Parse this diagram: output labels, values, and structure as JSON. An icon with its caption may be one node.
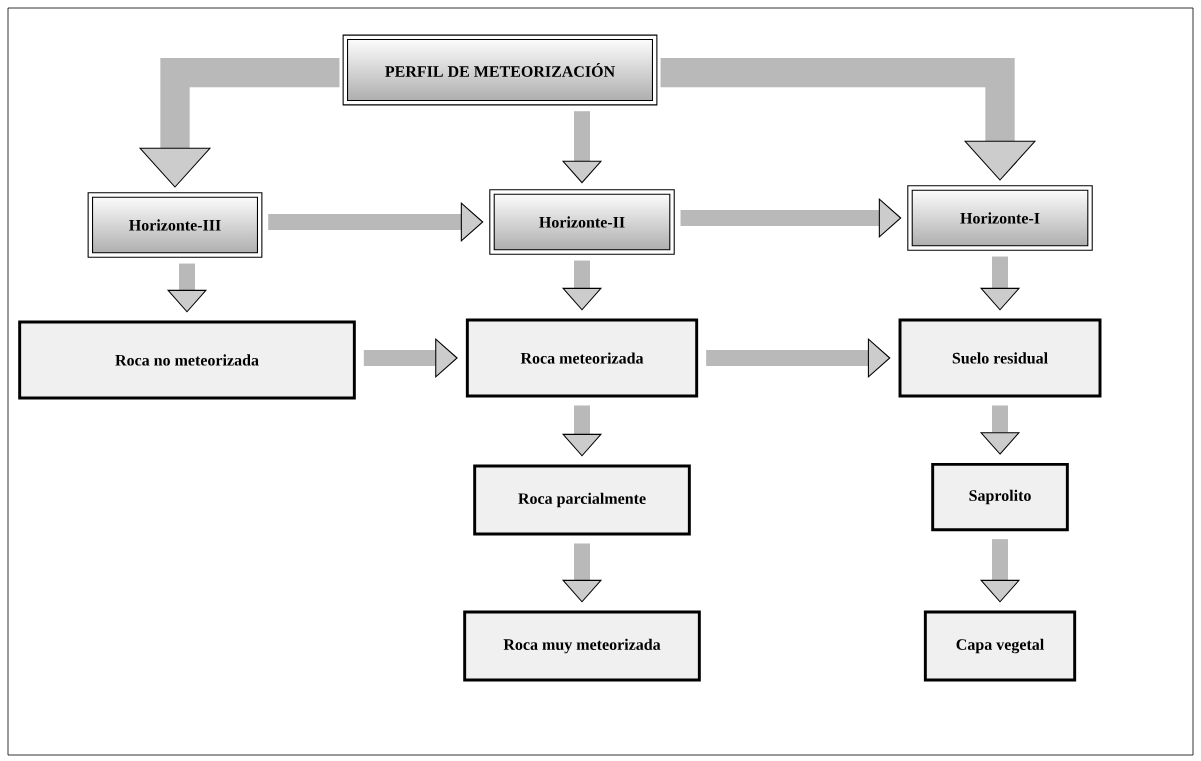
{
  "diagram": {
    "nodes": [
      {
        "text": [
          "PERFIL DE METEORIZACIÓN"
        ]
      },
      {
        "text": [
          "Horizonte-III"
        ]
      },
      {
        "text": [
          "Horizonte-II"
        ]
      },
      {
        "text": [
          "Horizonte-I"
        ]
      },
      {
        "text": [
          "Roca no meteorizada"
        ]
      },
      {
        "text": [
          "Roca meteorizada"
        ]
      },
      {
        "text": [
          "Suelo residual"
        ]
      },
      {
        "text": [
          "Roca parcialmente"
        ]
      },
      {
        "text": [
          "Saprolito"
        ]
      },
      {
        "text": [
          "Roca muy meteorizada"
        ]
      },
      {
        "text": [
          "Capa vegetal"
        ]
      }
    ],
    "edges": [
      {
        "from": 0,
        "to": 1,
        "arrow": "to",
        "style": "thick"
      },
      {
        "from": 0,
        "to": 2,
        "arrow": "to"
      },
      {
        "from": 0,
        "to": 3,
        "arrow": "to",
        "style": "thick"
      },
      {
        "from": 1,
        "to": 2,
        "arrow": "to"
      },
      {
        "from": 2,
        "to": 3,
        "arrow": "to"
      },
      {
        "from": 1,
        "to": 4,
        "arrow": "to"
      },
      {
        "from": 2,
        "to": 5,
        "arrow": "to"
      },
      {
        "from": 3,
        "to": 6,
        "arrow": "to"
      },
      {
        "from": 4,
        "to": 5,
        "arrow": "to"
      },
      {
        "from": 5,
        "to": 6,
        "arrow": "to"
      },
      {
        "from": 5,
        "to": 7,
        "arrow": "to"
      },
      {
        "from": 7,
        "to": 9,
        "arrow": "to"
      },
      {
        "from": 6,
        "to": 8,
        "arrow": "to"
      },
      {
        "from": 8,
        "to": 10,
        "arrow": "to"
      }
    ]
  }
}
